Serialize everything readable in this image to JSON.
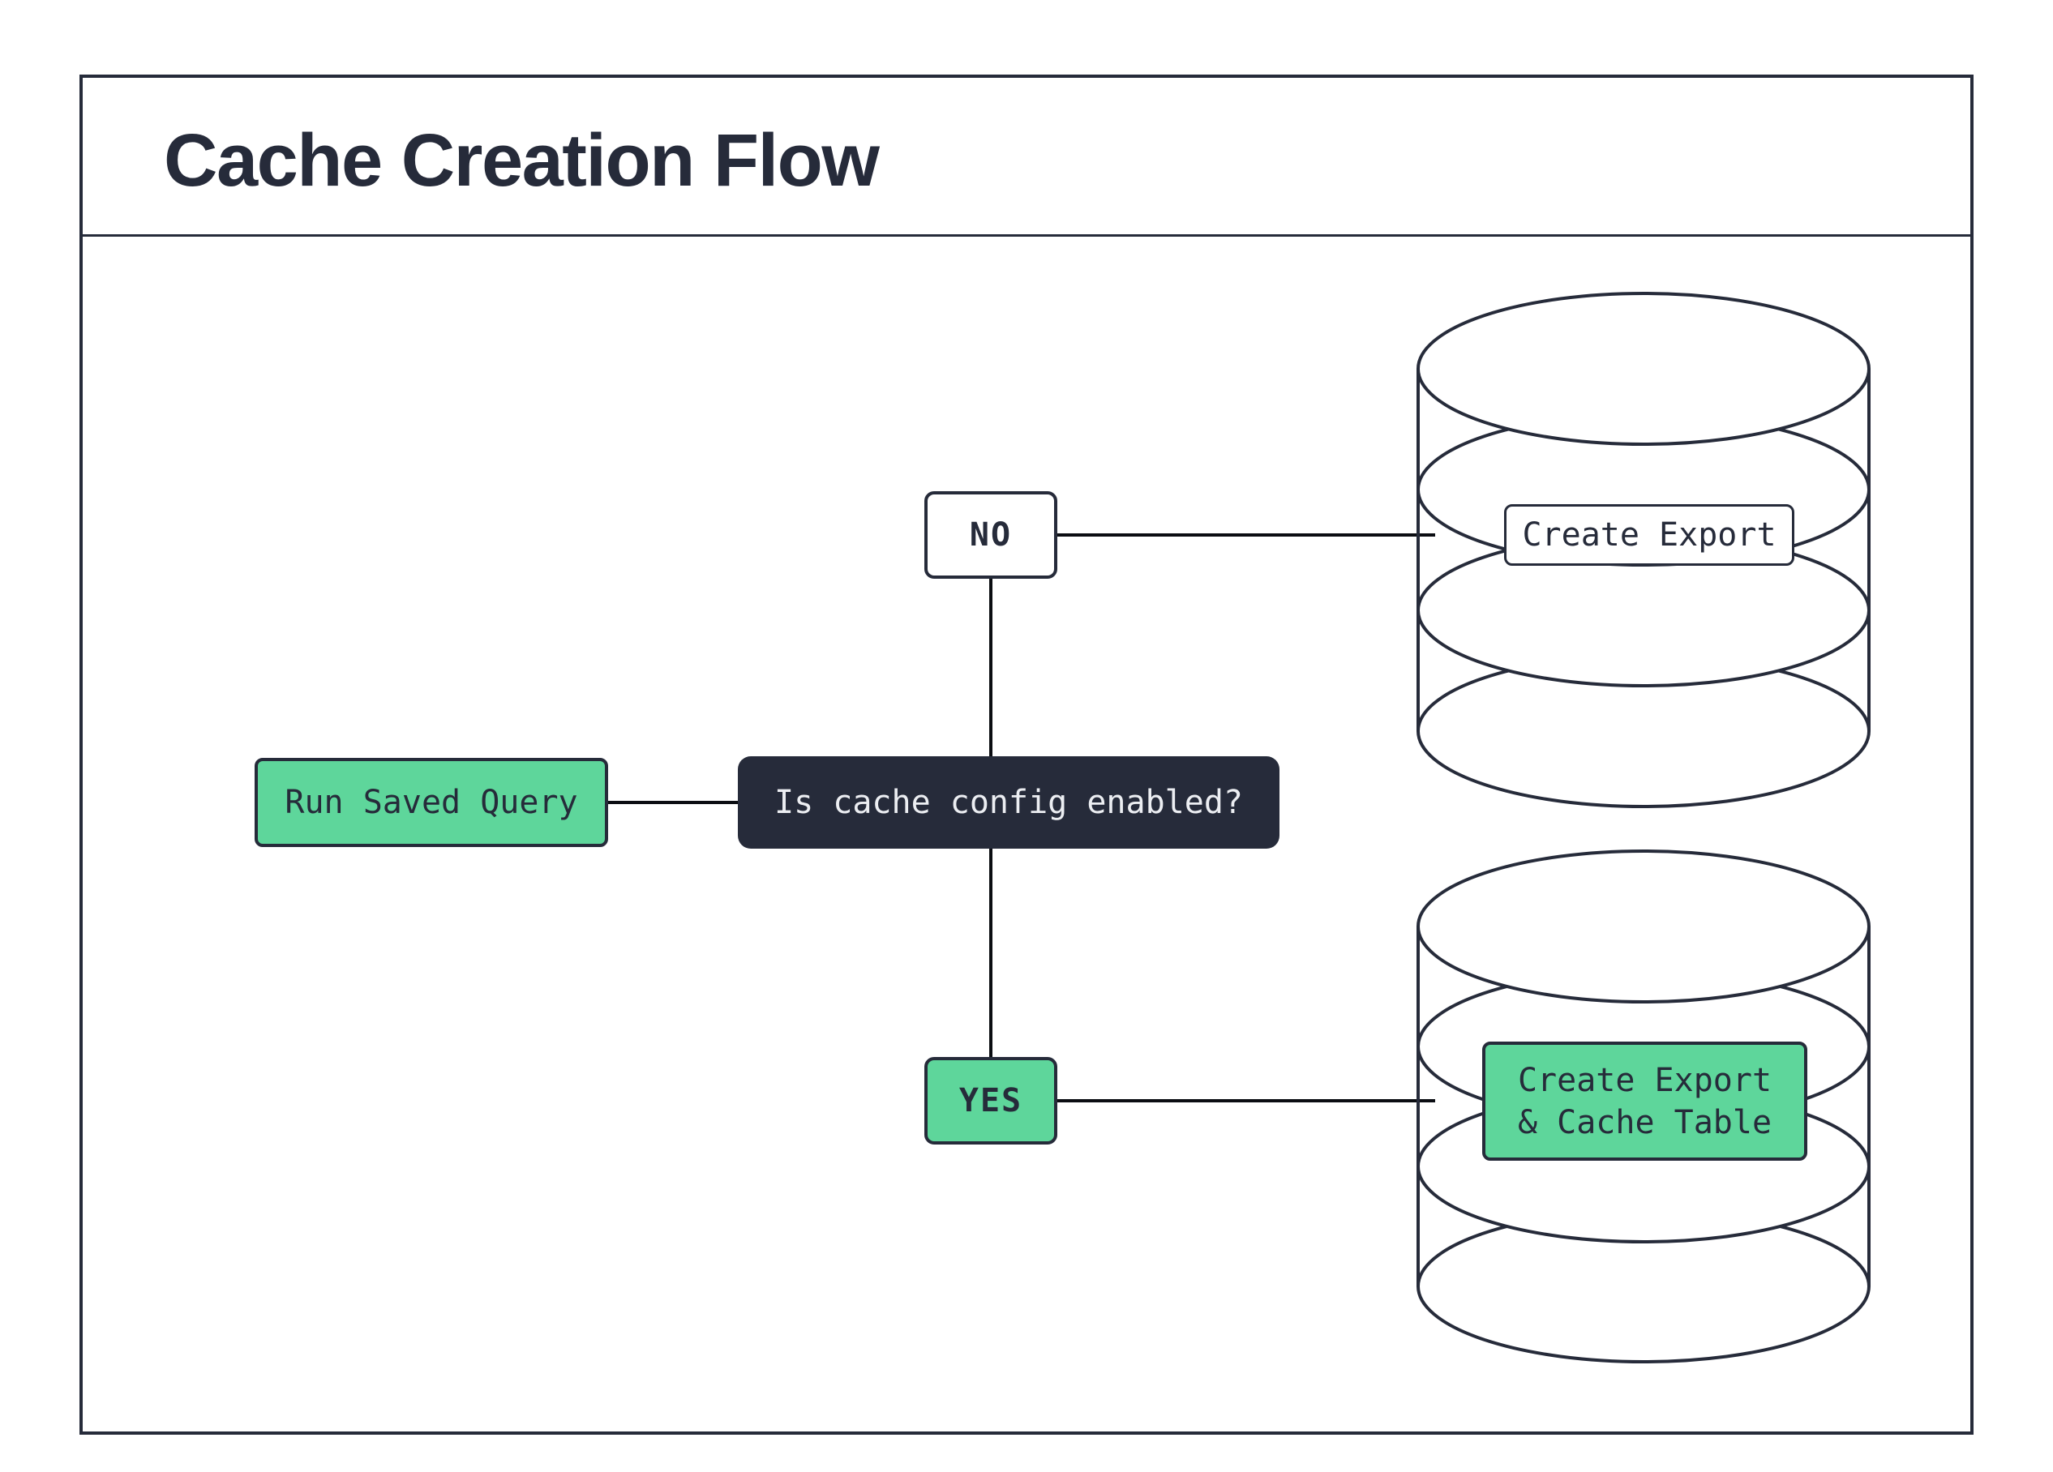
{
  "title": "Cache Creation Flow",
  "colors": {
    "accent_green": "#5ed69b",
    "dark_navy": "#262b3a",
    "connector_line": "#0b0d12",
    "light_text": "#eceef2",
    "background": "#ffffff"
  },
  "nodes": {
    "start": {
      "label": "Run Saved Query"
    },
    "decision": {
      "label": "Is cache config enabled?"
    },
    "branch_no": {
      "label": "NO"
    },
    "branch_yes": {
      "label": "YES"
    },
    "db_no": {
      "label": "Create Export",
      "icon": "database-icon"
    },
    "db_yes": {
      "label_line1": "Create Export",
      "label_line2": "& Cache Table",
      "icon": "database-icon"
    }
  }
}
